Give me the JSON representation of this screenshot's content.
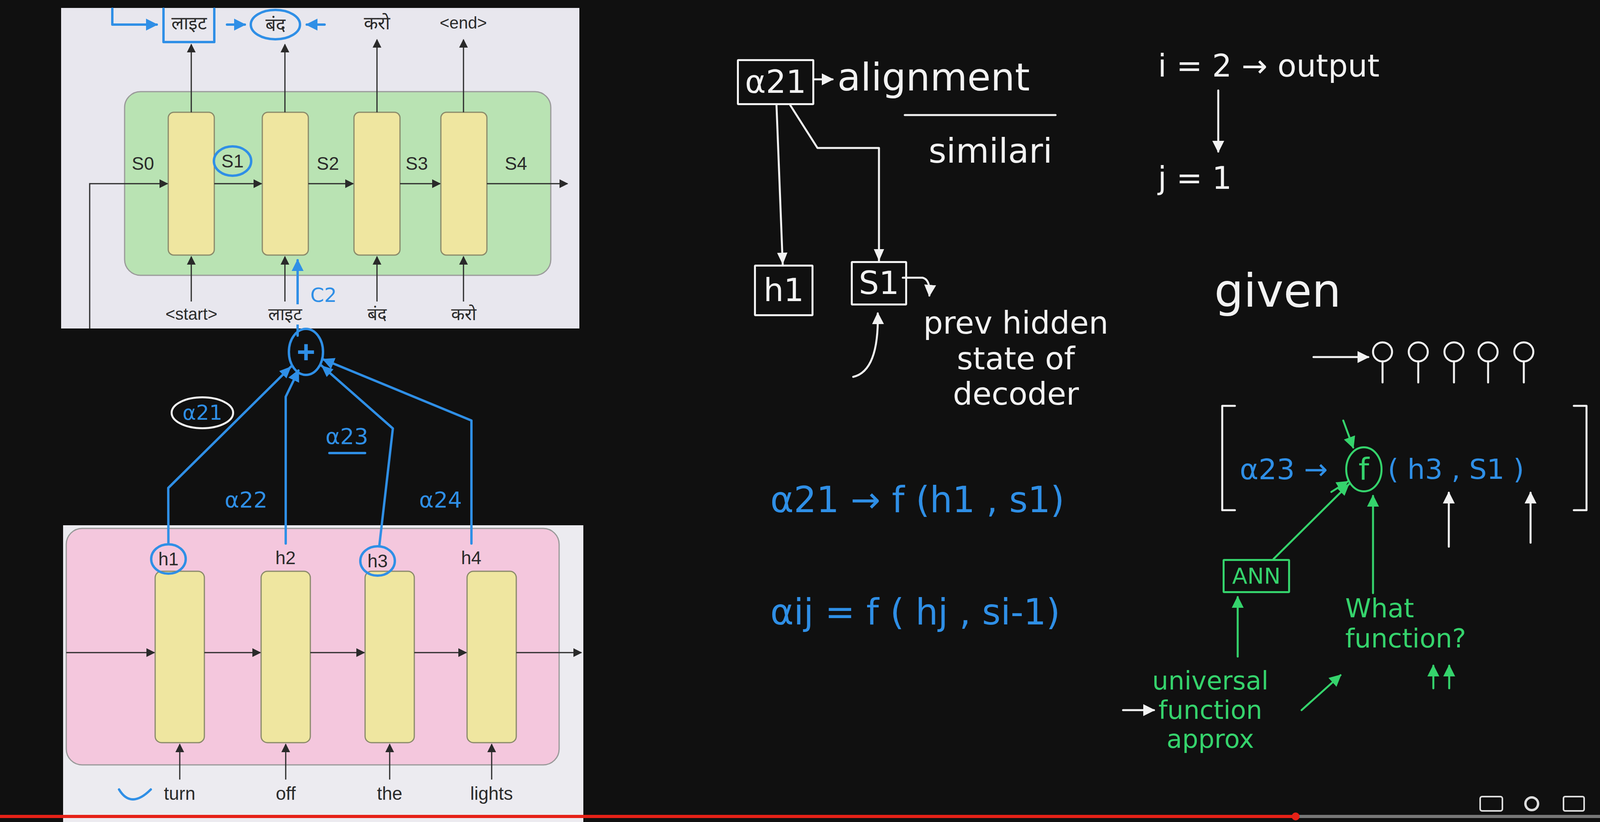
{
  "diagram": {
    "nodes": [
      {
        "text": [
          "बंद"
        ]
      },
      {
        "text": [
          "S1"
        ]
      },
      {
        "text": [
          "+"
        ]
      },
      {
        "text": [
          "α21"
        ]
      },
      {
        "text": [
          "h1"
        ]
      },
      {
        "text": [
          "h3"
        ]
      },
      {
        "text": [
          "α21"
        ]
      },
      {
        "text": [
          "h1"
        ]
      },
      {
        "text": [
          "S1"
        ]
      },
      {
        "text": [
          "f"
        ]
      },
      {
        "text": [
          "ANN"
        ]
      }
    ],
    "edges": [
      {
        "from": 6,
        "to": 7,
        "arrow": "to"
      },
      {
        "from": 6,
        "to": 8,
        "arrow": "to"
      },
      {
        "from": 10,
        "to": 9,
        "arrow": "to"
      },
      {
        "from": 4,
        "to": 2,
        "arrow": "to"
      },
      {
        "from": 5,
        "to": 2,
        "arrow": "to"
      }
    ],
    "labels": [
      "लाइट",
      "करो",
      "<end>",
      "S0",
      "S2",
      "S3",
      "S4",
      "<start>",
      "लाइट",
      "बंद",
      "करो",
      "C2",
      "α22",
      "α23",
      "α24",
      "h2",
      "h4",
      "turn",
      "off",
      "the",
      "lights",
      "alignment",
      "similari",
      "prev hidden state of decoder",
      "α21 → f (h1 , s1)",
      "αij = f ( hj , si-1)",
      "i = 2 → output",
      "j = 1",
      "given",
      "α23 →",
      "( h3 , S1 )",
      "What function?",
      "universal function approx"
    ]
  }
}
